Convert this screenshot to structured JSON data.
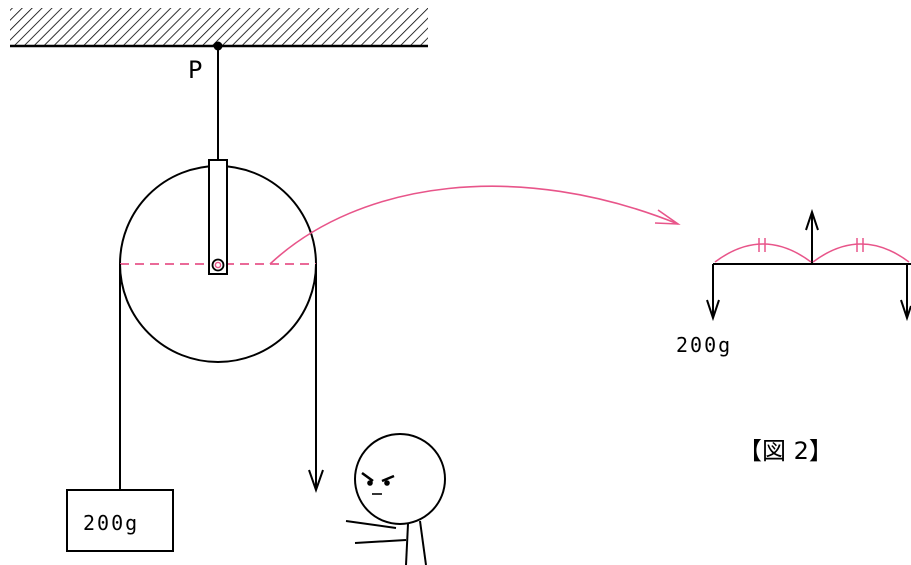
{
  "labels": {
    "point": "P",
    "mass_block": "200g",
    "mass_side": "200g",
    "figure": "【図 2】"
  },
  "colors": {
    "line": "#000000",
    "accent": "#e8558a",
    "background": "#ffffff"
  },
  "icons": {
    "ceiling": "hatched-ceiling-icon",
    "person": "stick-person-icon"
  }
}
